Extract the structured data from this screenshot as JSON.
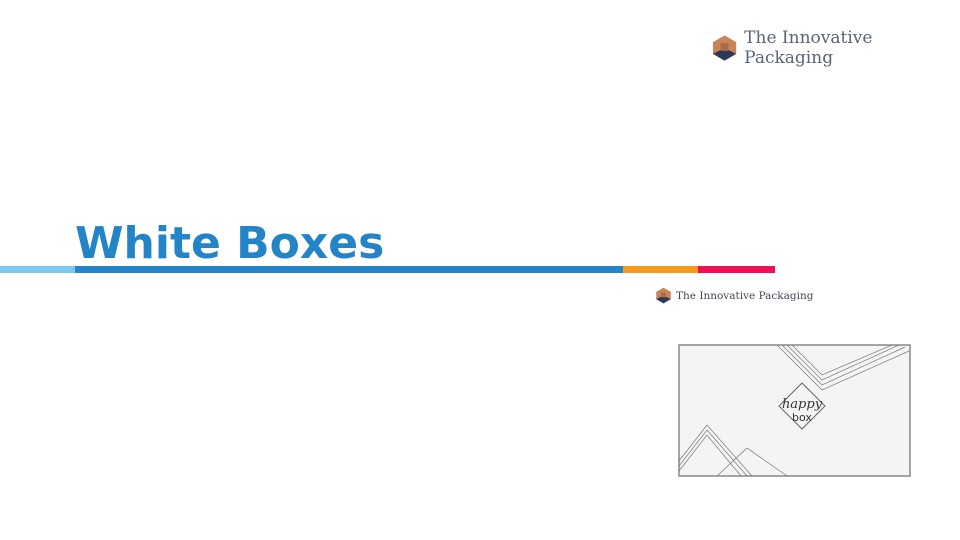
{
  "header": {
    "brand": "The Innovative Packaging"
  },
  "slide": {
    "title": "White Boxes"
  },
  "image": {
    "brand": "The Innovative Packaging",
    "box_logo_top": "happy",
    "box_logo_bottom": "box"
  },
  "colors": {
    "title": "#2385c8",
    "bar_light": "#7ec8f0",
    "bar_main": "#2385c8",
    "bar_orange": "#f7991c",
    "bar_pink": "#ee0f55"
  }
}
